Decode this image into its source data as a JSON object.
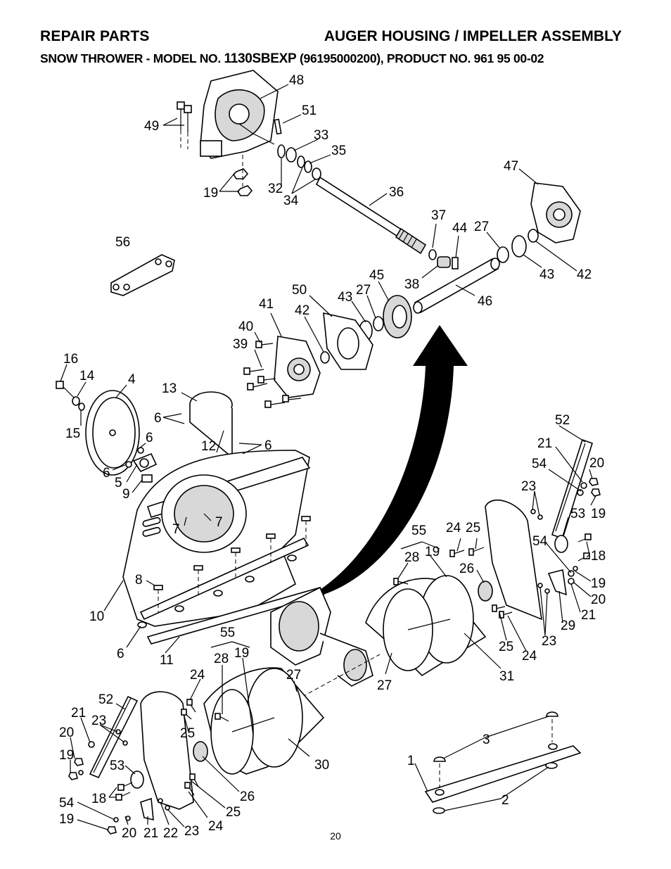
{
  "header": {
    "left": "REPAIR PARTS",
    "right": "AUGER HOUSING / IMPELLER ASSEMBLY",
    "sub_prefix": "SNOW THROWER - MODEL NO.",
    "sub_model": "1130SBEXP",
    "sub_suffix": "(96195000200), PRODUCT NO. 961 95 00-02"
  },
  "page_number": "20",
  "callouts": {
    "c48": "48",
    "c51": "51",
    "c49": "49",
    "c33": "33",
    "c35": "35",
    "c19a": "19",
    "c32": "32",
    "c34": "34",
    "c36": "36",
    "c47": "47",
    "c56": "56",
    "c37": "37",
    "c44": "44",
    "c27a": "27",
    "c43a": "43",
    "c42a": "42",
    "c38": "38",
    "c46": "46",
    "c45": "45",
    "c50": "50",
    "c43b": "43",
    "c27b": "27",
    "c41": "41",
    "c42b": "42",
    "c40": "40",
    "c39": "39",
    "c16": "16",
    "c14": "14",
    "c4": "4",
    "c13": "13",
    "c15": "15",
    "c6a": "6",
    "c6b": "6",
    "c6c": "6",
    "c12": "12",
    "c6d": "6",
    "c5": "5",
    "c9": "9",
    "c7a": "7",
    "c7b": "7",
    "c8": "8",
    "c10": "10",
    "c6e": "6",
    "c11": "11",
    "c52a": "52",
    "c21a": "21",
    "c20a": "20",
    "c54a": "54",
    "c23a": "23",
    "c19b": "19",
    "c53a": "53",
    "c55a": "55",
    "c24a": "24",
    "c25a": "25",
    "c19c": "19",
    "c28a": "28",
    "c26a": "26",
    "c54b": "54",
    "c18a": "18",
    "c19d": "19",
    "c20b": "20",
    "c21b": "21",
    "c29": "29",
    "c23b": "23",
    "c25b": "25",
    "c24b": "24",
    "c31": "31",
    "c27c": "27",
    "c55b": "55",
    "c28b": "28",
    "c19e": "19",
    "c24c": "24",
    "c27d": "27",
    "c52b": "52",
    "c21c": "21",
    "c23c": "23",
    "c25c": "25",
    "c20c": "20",
    "c19f": "19",
    "c53b": "53",
    "c18b": "18",
    "c54c": "54",
    "c19g": "19",
    "c30": "30",
    "c26b": "26",
    "c25d": "25",
    "c23d": "23",
    "c24d": "24",
    "c20d": "20",
    "c21d": "21",
    "c22": "22",
    "c3": "3",
    "c1": "1",
    "c2": "2"
  }
}
